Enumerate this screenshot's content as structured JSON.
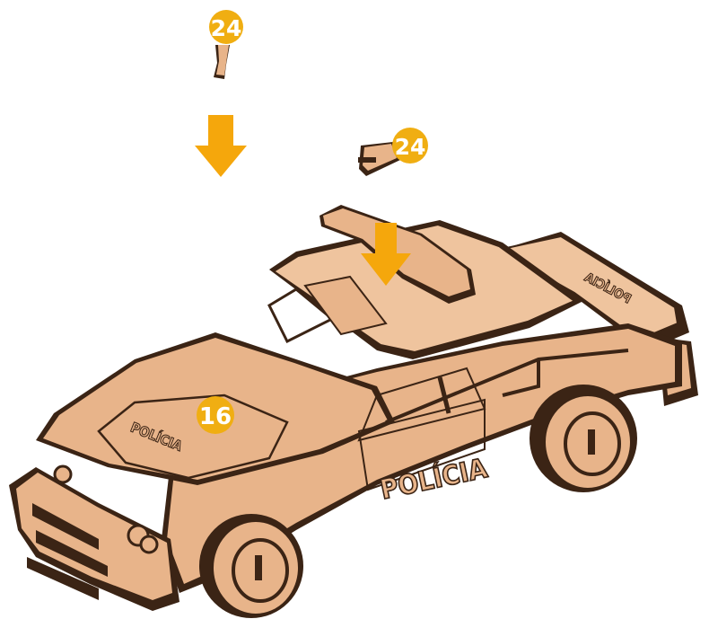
{
  "colors": {
    "wood": "#E8B48A",
    "wood_light": "#EFC49E",
    "wood_dark": "#3B2415",
    "line": "#3B2415",
    "arrow": "#F5A70C",
    "badge": "#F0AE12",
    "badge_text": "#FFFFFF"
  },
  "badges": {
    "top_piece": "24",
    "roof_piece": "24",
    "hood": "16"
  },
  "engravings": {
    "door": "POLÍCIA",
    "hood": "POLÍCIA",
    "trunk": "POLÍCIA"
  },
  "icons": [
    "arrow-down-icon",
    "arrow-down-icon"
  ]
}
